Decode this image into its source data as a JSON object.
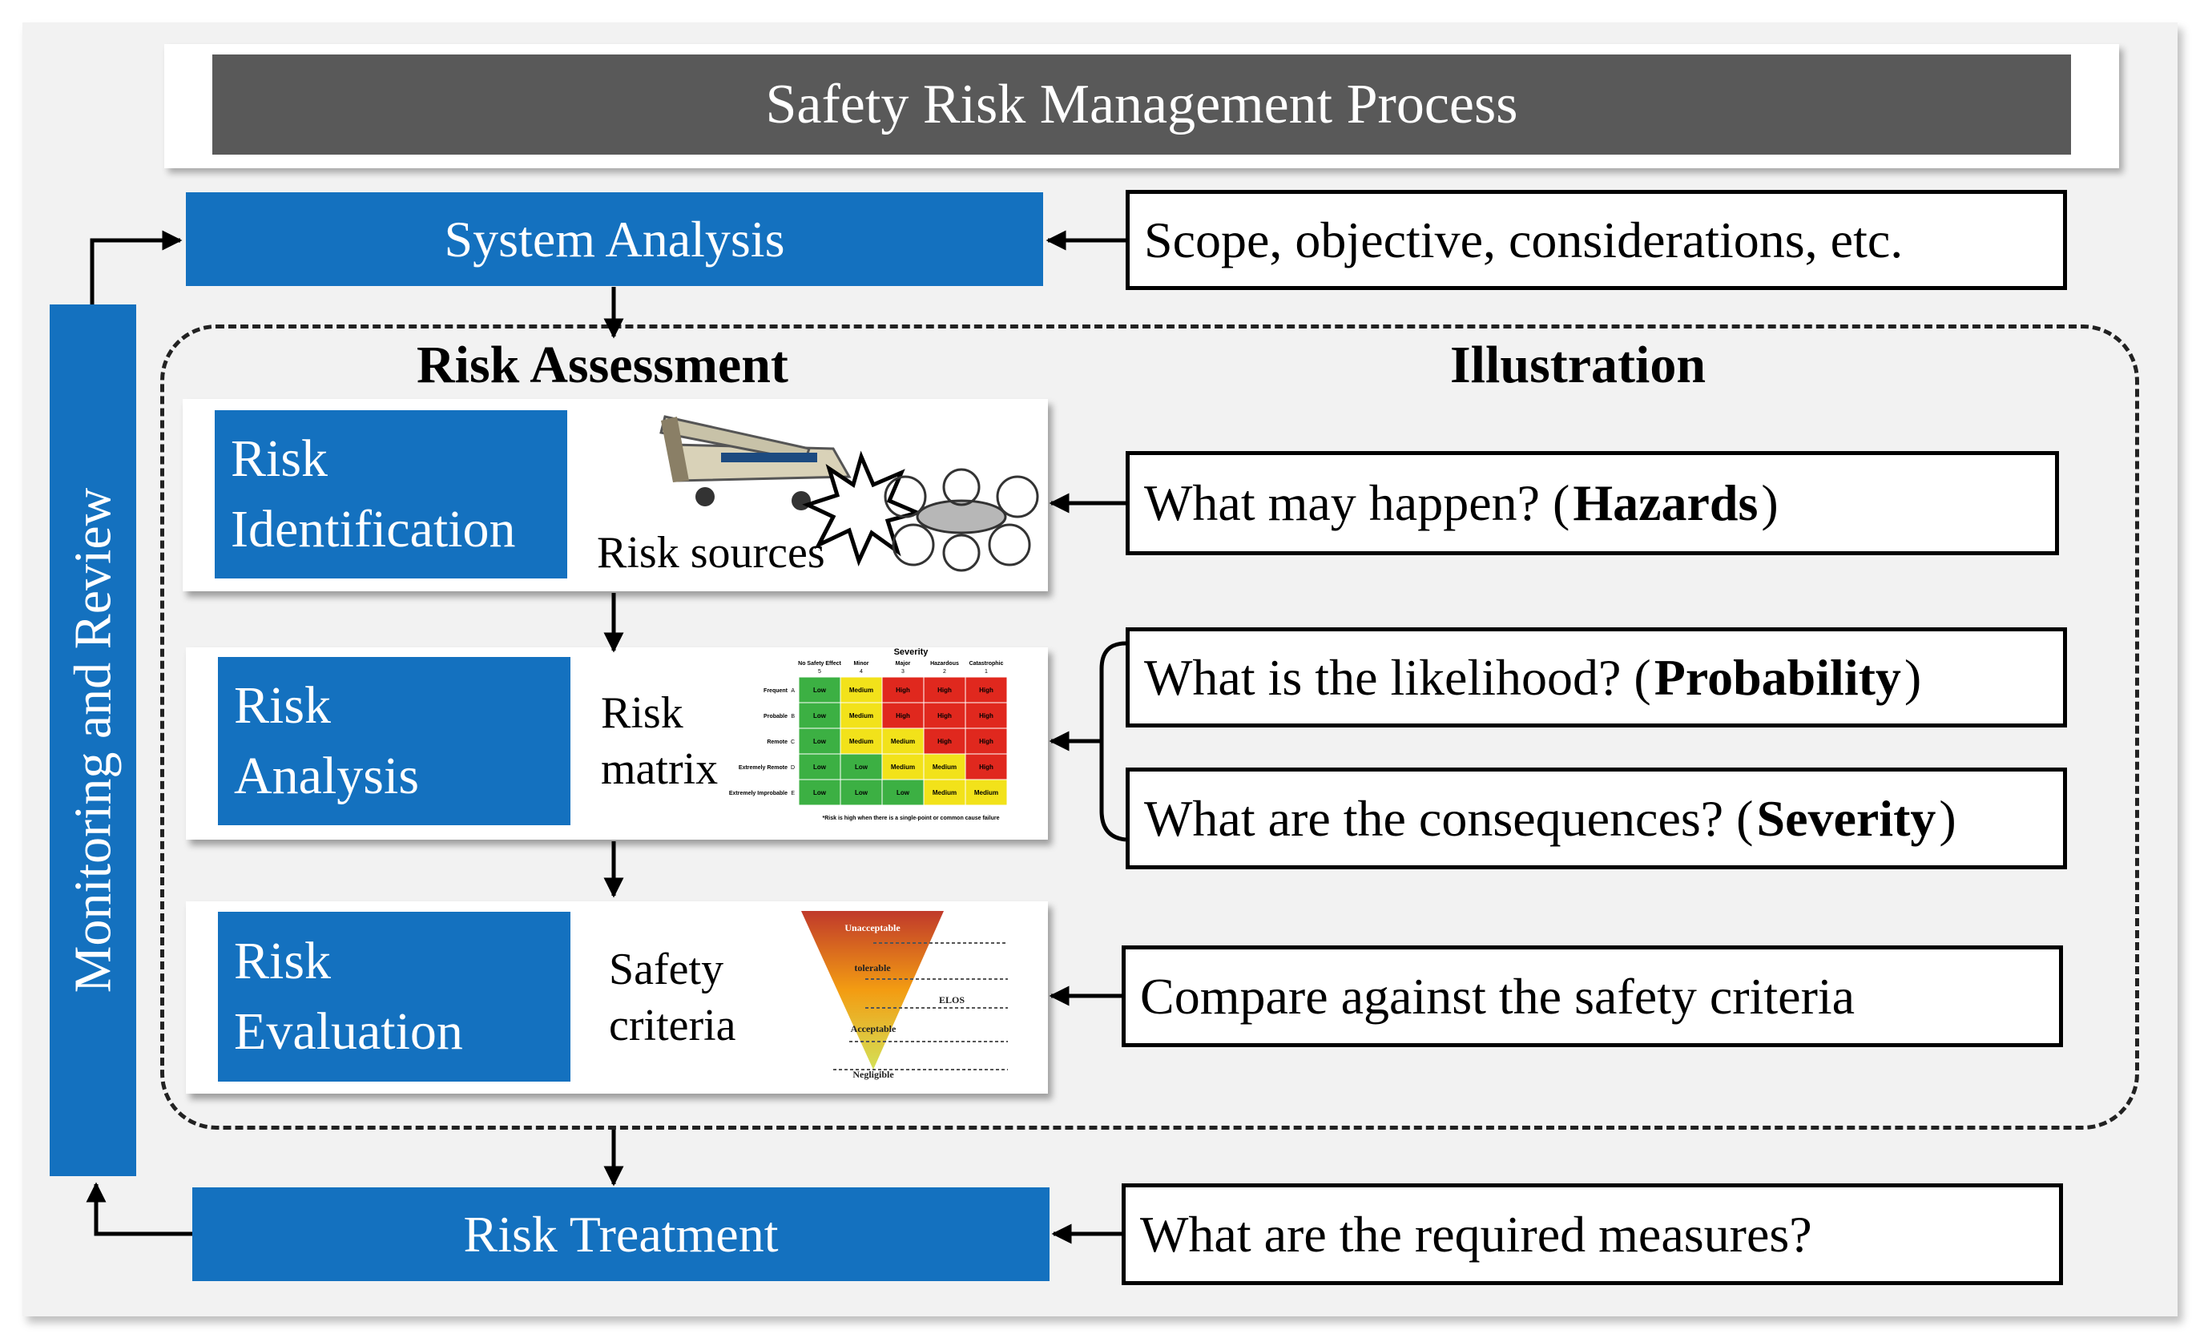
{
  "title": "Safety Risk Management Process",
  "system_analysis": "System Analysis",
  "risk_treatment": "Risk Treatment",
  "monitoring": "Monitoring and Review",
  "headers": {
    "left": "Risk Assessment",
    "right": "Illustration"
  },
  "steps": [
    {
      "line1": "Risk",
      "line2": "Identification",
      "label": "Risk sources"
    },
    {
      "line1": "Risk",
      "line2": "Analysis",
      "label1": "Risk",
      "label2": "matrix"
    },
    {
      "line1": "Risk",
      "line2": "Evaluation",
      "label1": "Safety",
      "label2": "criteria"
    }
  ],
  "questions": {
    "scope": "Scope, objective,  considerations, etc.",
    "hazards_pre": "What may happen? (",
    "hazards_bold": "Hazards",
    "hazards_post": ")",
    "prob_pre": "What is the likelihood? (",
    "prob_bold": "Probability",
    "prob_post": ")",
    "sev_pre": "What are the consequences? (",
    "sev_bold": "Severity",
    "sev_post": ")",
    "compare": "Compare against the safety criteria",
    "measures": "What are the required measures?"
  },
  "matrix": {
    "severity_title": "Severity",
    "columns": [
      "No Safety Effect",
      "Minor",
      "Major",
      "Hazardous",
      "Catastrophic"
    ],
    "column_codes": [
      "5",
      "4",
      "3",
      "2",
      "1"
    ],
    "rows": [
      "Frequent",
      "Probable",
      "Remote",
      "Extremely Remote",
      "Extremely Improbable"
    ],
    "row_codes": [
      "A",
      "B",
      "C",
      "D",
      "E"
    ],
    "cells": [
      [
        "Low",
        "Medium",
        "High",
        "High",
        "High"
      ],
      [
        "Low",
        "Medium",
        "High",
        "High",
        "High"
      ],
      [
        "Low",
        "Medium",
        "Medium",
        "High",
        "High"
      ],
      [
        "Low",
        "Low",
        "Medium",
        "Medium",
        "High"
      ],
      [
        "Low",
        "Low",
        "Low",
        "Medium",
        "Medium"
      ]
    ],
    "footnote": "*Risk is high when there is a single-point or common cause failure",
    "colors": {
      "Low": "#3cb043",
      "Medium": "#f2e21a",
      "High": "#e0281e"
    }
  },
  "criteria": {
    "levels": [
      "Unacceptable",
      "tolerable",
      "ELOS",
      "Acceptable",
      "Negligible"
    ],
    "colors": {
      "top": "#c0392b",
      "mid": "#f39c12",
      "bottom": "#d4e157"
    }
  },
  "colors": {
    "blue": "#1471bf",
    "title": "#595959",
    "panel": "#f2f2f2"
  }
}
